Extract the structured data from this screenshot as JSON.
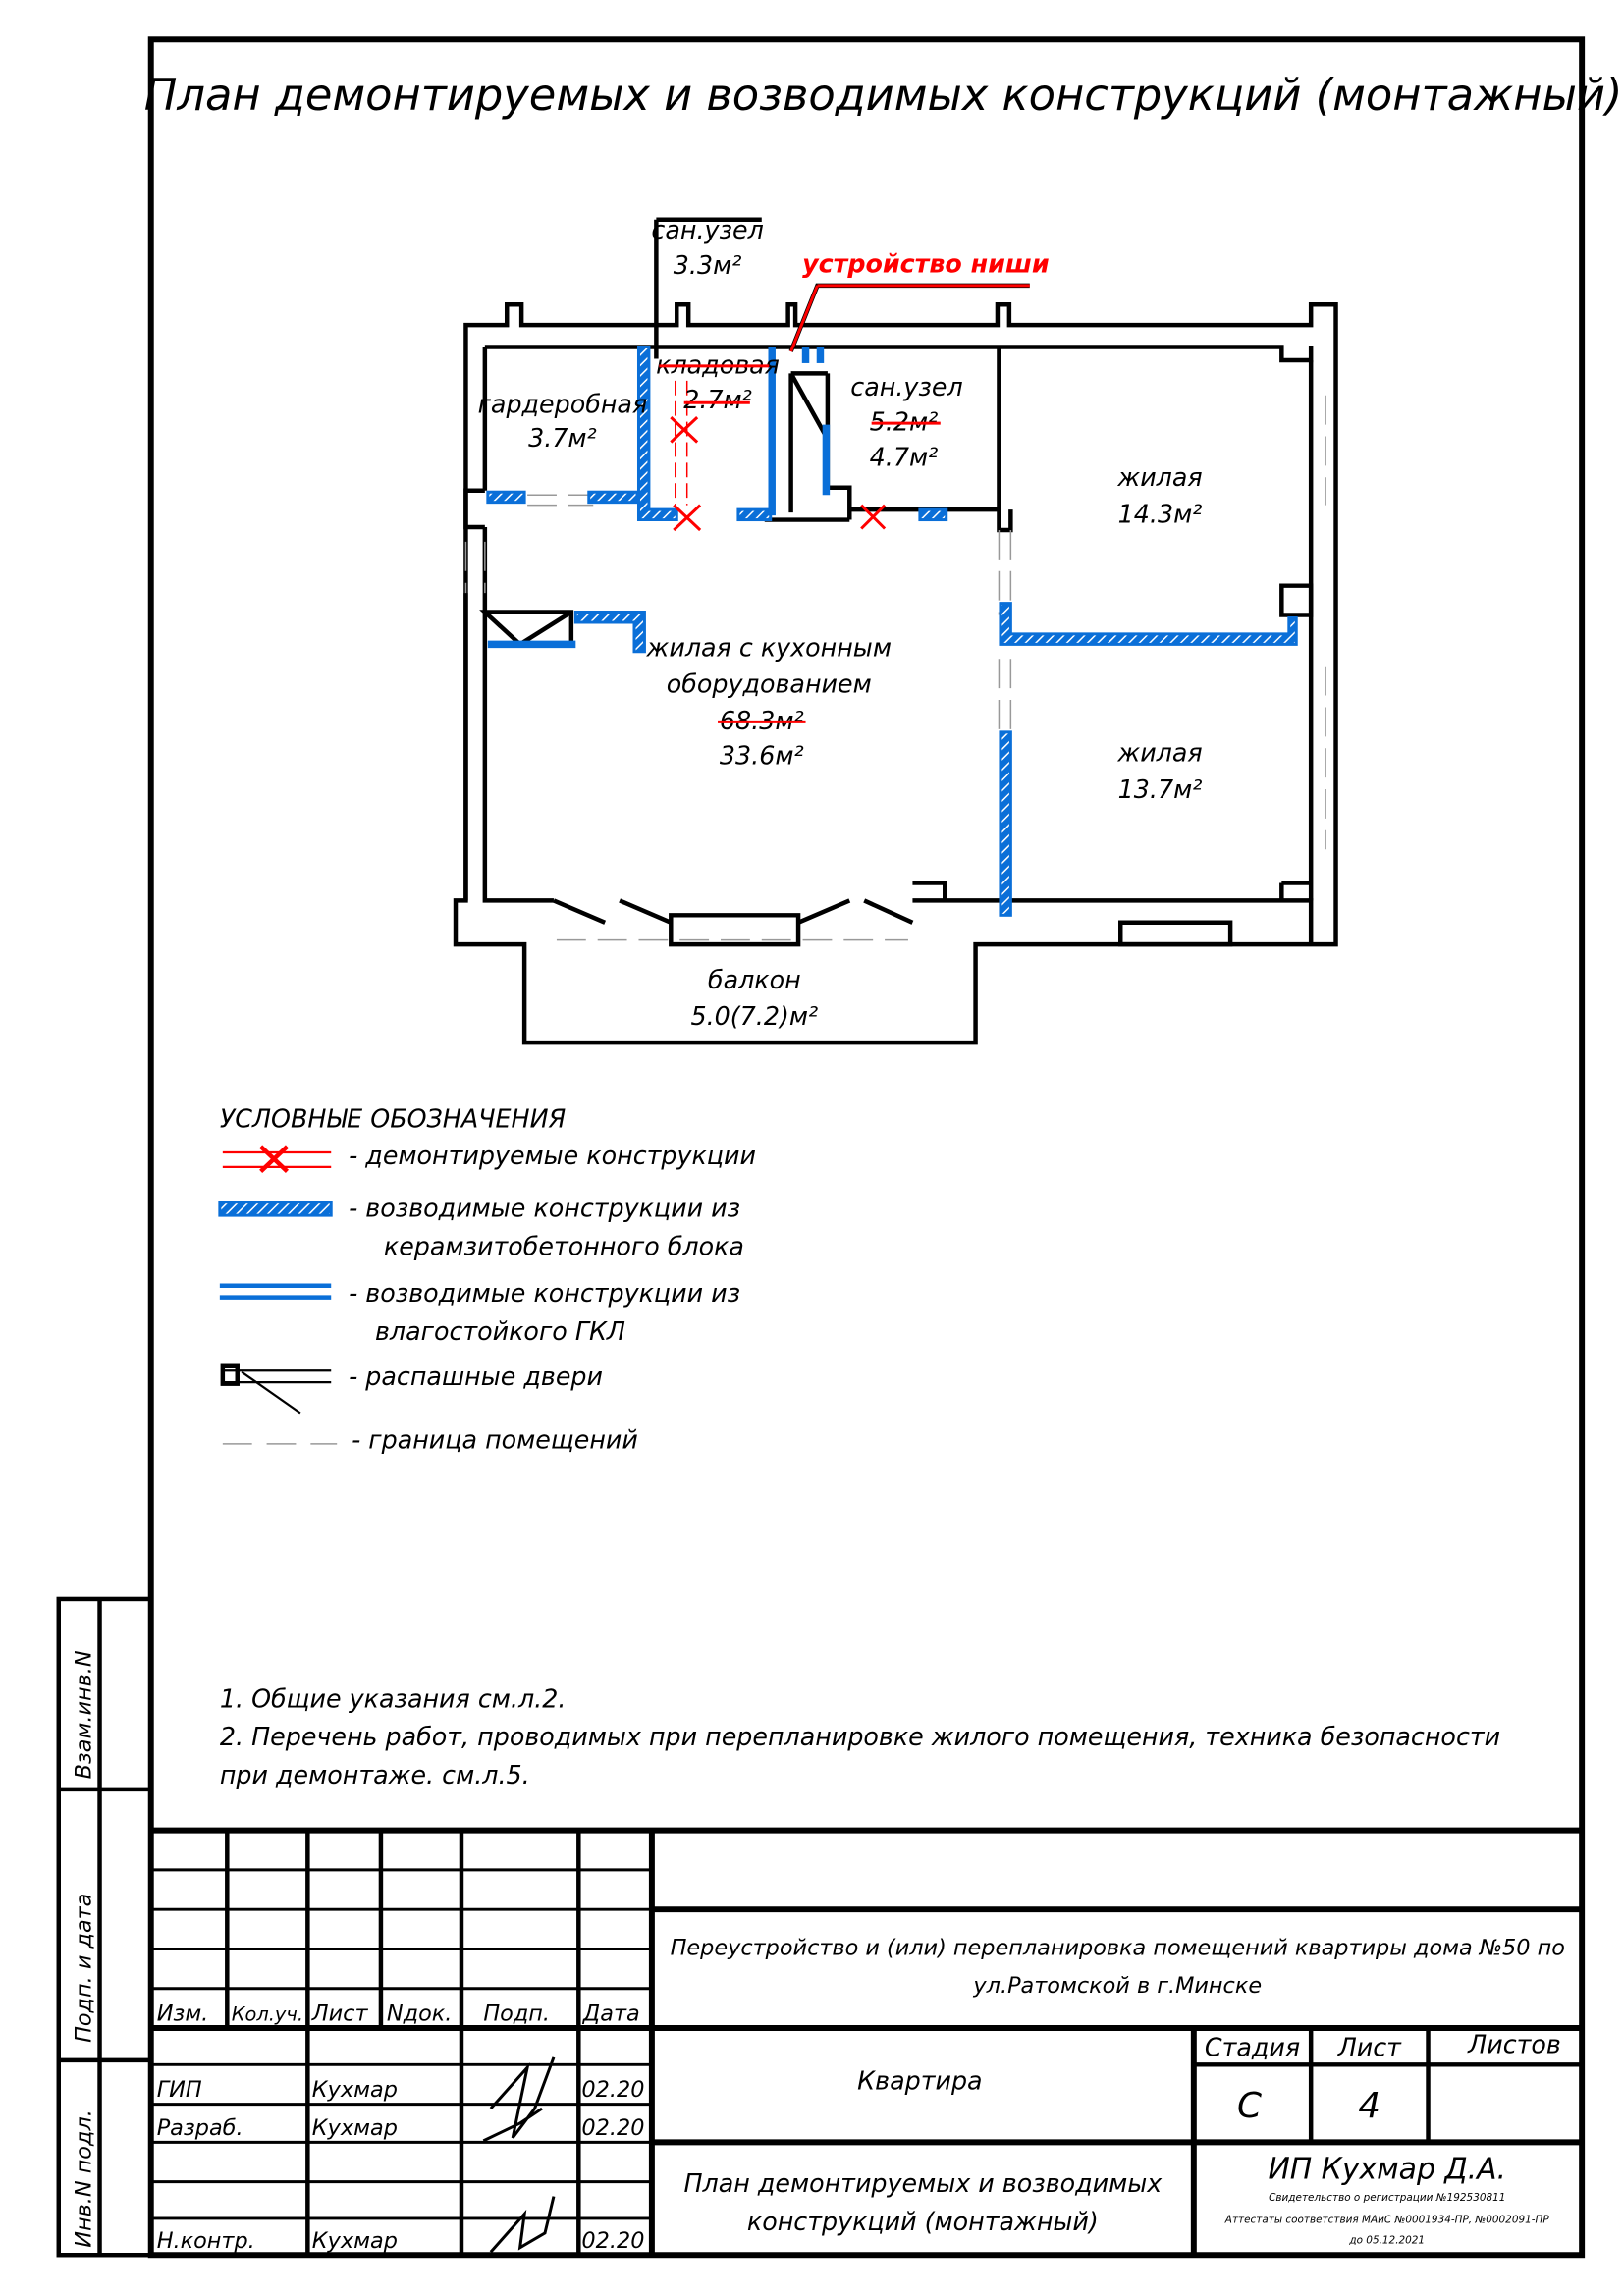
{
  "title": "План демонтируемых и возводимых конструкций (монтажный)",
  "rooms": [
    {
      "name": "сан.узел",
      "area": "3.3м²"
    },
    {
      "name": "кладовая",
      "area": "2.7м²"
    },
    {
      "name": "гардеробная",
      "area": "3.7м²"
    },
    {
      "name": "сан.узел",
      "area_old": "5.2м²",
      "area": "4.7м²"
    },
    {
      "name": "жилая",
      "area": "14.3м²"
    },
    {
      "name": "жилая с кухонным",
      "name2": "оборудованием",
      "area_old": "68.3м²",
      "area": "33.6м²"
    },
    {
      "name": "жилая",
      "area": "13.7м²"
    },
    {
      "name": "балкон",
      "area": "5.0(7.2)м²"
    }
  ],
  "annotation": "устройство ниши",
  "legend": {
    "title": "УСЛОВНЫЕ ОБОЗНАЧЕНИЯ",
    "items": [
      "- демонтируемые конструкции",
      "- возводимые конструкции из",
      "керамзитобетонного блока",
      "- возводимые конструкции из",
      "влагостойкого ГКЛ",
      "- распашные двери",
      "- граница помещений"
    ]
  },
  "notes": [
    "1. Общие указания см.л.2.",
    "2. Перечень работ, проводимых при перепланировке жилого помещения, техника безопасности",
    "при демонтаже. см.л.5."
  ],
  "side_stamp": [
    "Взам.инв.N",
    "Подп. и дата",
    "Инв.N подл."
  ],
  "title_block": {
    "headers": [
      "Изм.",
      "Кол.уч.",
      "Лист",
      "Nдок.",
      "Подп.",
      "Дата"
    ],
    "rows": [
      {
        "role": "ГИП",
        "name": "Кухмар",
        "date": "02.20"
      },
      {
        "role": "Разраб.",
        "name": "Кухмар",
        "date": "02.20"
      },
      {
        "role": "Н.контр.",
        "name": "Кухмар",
        "date": "02.20"
      }
    ],
    "project": [
      "Переустройство и (или) перепланировка помещений квартиры дома №50 по",
      "ул.Ратомской в г.Минске"
    ],
    "object": "Квартира",
    "sheet_title": [
      "План демонтируемых и возводимых",
      "конструкций (монтажный)"
    ],
    "stage_label": "Стадия",
    "sheet_label": "Лист",
    "sheets_label": "Листов",
    "stage": "С",
    "sheet": "4",
    "sheets": "",
    "company": "ИП Кухмар Д.А.",
    "company_lines": [
      "Свидетельство о регистрации №192530811",
      "Аттестаты соответствия МАиС №0001934-ПР, №0002091-ПР",
      "до 05.12.2021"
    ]
  },
  "colors": {
    "blue": "#0a6fd8",
    "red": "#ff0000"
  }
}
